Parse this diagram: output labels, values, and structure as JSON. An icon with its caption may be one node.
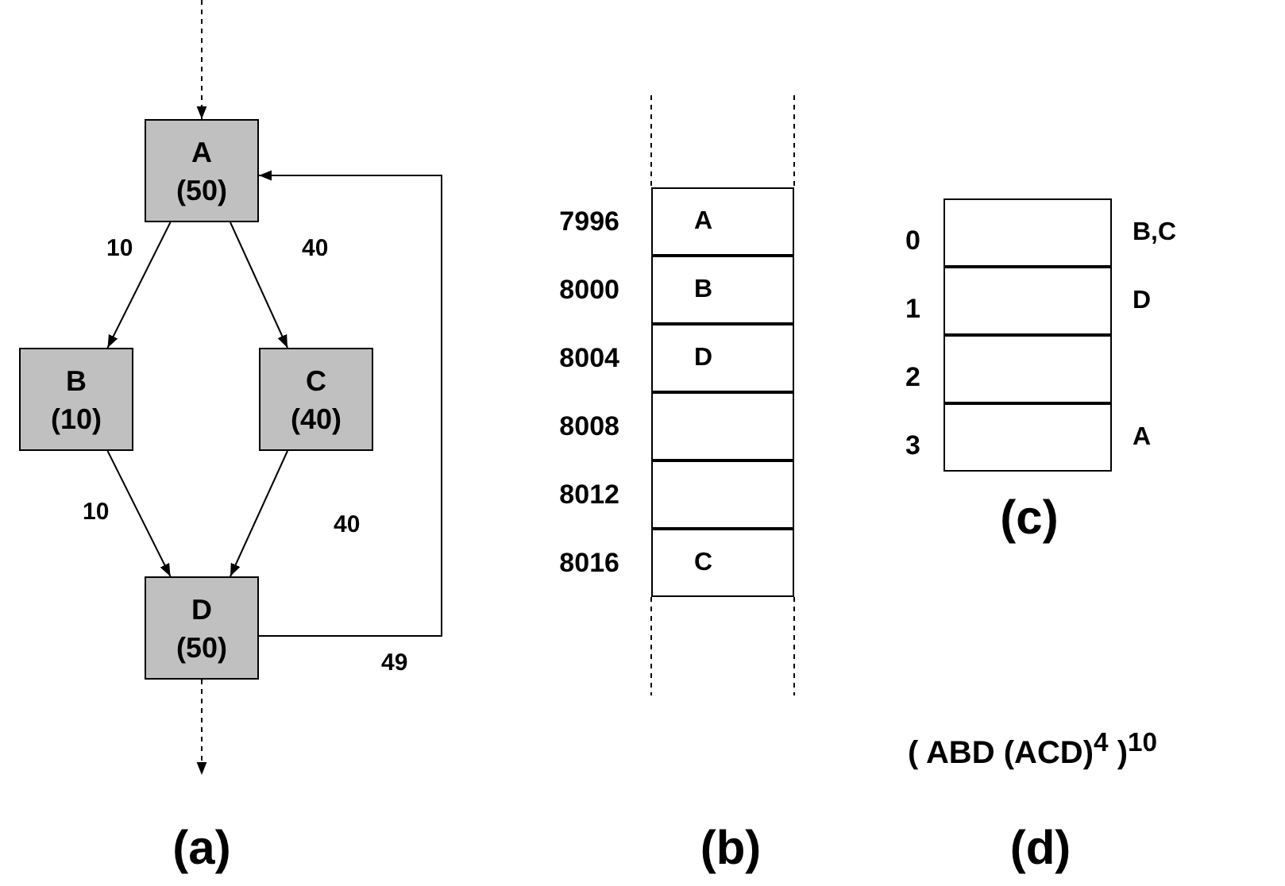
{
  "diagram": {
    "nodes": [
      {
        "text": [
          "A (50)"
        ]
      },
      {
        "text": [
          "B (10)"
        ]
      },
      {
        "text": [
          "C (40)"
        ]
      },
      {
        "text": [
          "D (50)"
        ]
      },
      {
        "text": [
          "A"
        ],
        "beside": [
          "7996"
        ]
      },
      {
        "text": [
          "B"
        ],
        "beside": [
          "8000"
        ]
      },
      {
        "text": [
          "D"
        ],
        "beside": [
          "8004"
        ]
      },
      {
        "text": [],
        "shape": "box",
        "beside": [
          "8008"
        ]
      },
      {
        "text": [],
        "shape": "box",
        "beside": [
          "8012"
        ]
      },
      {
        "text": [
          "C"
        ],
        "beside": [
          "8016"
        ]
      },
      {
        "text": [],
        "shape": "box",
        "beside": [
          "0",
          "B,C"
        ]
      },
      {
        "text": [],
        "shape": "box",
        "beside": [
          "1",
          "D"
        ]
      },
      {
        "text": [],
        "shape": "box",
        "beside": [
          "2"
        ]
      },
      {
        "text": [],
        "shape": "box",
        "beside": [
          "3",
          "A"
        ]
      }
    ],
    "edges": [
      {
        "from": null,
        "to": 0,
        "arrow": "to",
        "style": "dashed"
      },
      {
        "from": 0,
        "to": 1,
        "arrow": "to",
        "label": "10"
      },
      {
        "from": 0,
        "to": 2,
        "arrow": "to",
        "label": "40"
      },
      {
        "from": 1,
        "to": 3,
        "arrow": "to",
        "label": "10"
      },
      {
        "from": 2,
        "to": 3,
        "arrow": "to",
        "label": "40"
      },
      {
        "from": 3,
        "to": 0,
        "arrow": "to",
        "label": "49"
      },
      {
        "from": 3,
        "to": null,
        "arrow": "to",
        "style": "dashed"
      }
    ],
    "labels": [
      "(c)",
      "( ABD (ACD)$^{4}$ )$^{10}$",
      "(a)",
      "(b)",
      "(d)"
    ]
  }
}
